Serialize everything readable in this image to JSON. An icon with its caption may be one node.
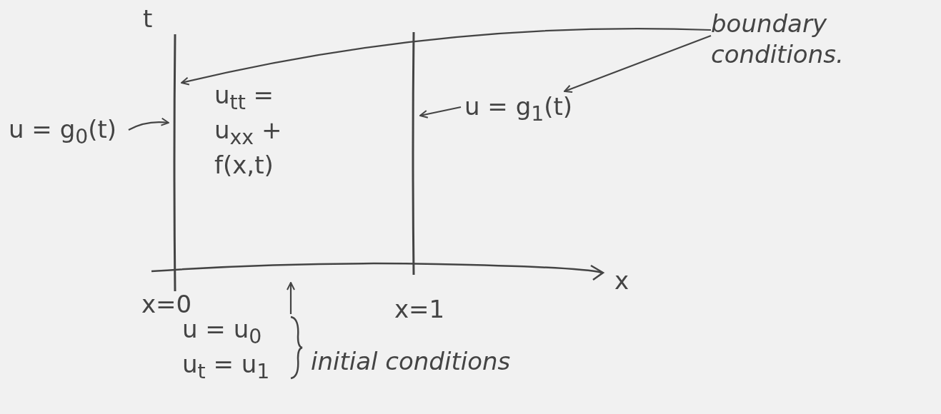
{
  "diagram": {
    "nodes": [
      {
        "text": [
          "boundary conditions."
        ]
      },
      {
        "text": [],
        "shape": "line"
      },
      {
        "text": [],
        "shape": "line"
      },
      {
        "text": [
          "u = g$_{0}$(t)"
        ]
      },
      {
        "text": [
          "u = g$_{1}$(t)"
        ]
      },
      {
        "text": [
          "u = u$_{0}$",
          "u$_{t}$ = u$_{1}$",
          "initial conditions"
        ]
      },
      {
        "text": [],
        "shape": "line"
      }
    ],
    "edges": [
      {
        "from": 0,
        "to": 1,
        "arrow": "to"
      },
      {
        "from": 0,
        "to": 4,
        "arrow": "to"
      },
      {
        "from": 3,
        "to": 1,
        "arrow": "to"
      },
      {
        "from": 4,
        "to": 2,
        "arrow": "to"
      },
      {
        "from": 5,
        "to": 6,
        "arrow": "to"
      }
    ],
    "labels": [
      "t",
      "u$_{tt}$ = u$_{xx}$ + f(x,t)",
      "x",
      "x=0",
      "x=1"
    ]
  }
}
